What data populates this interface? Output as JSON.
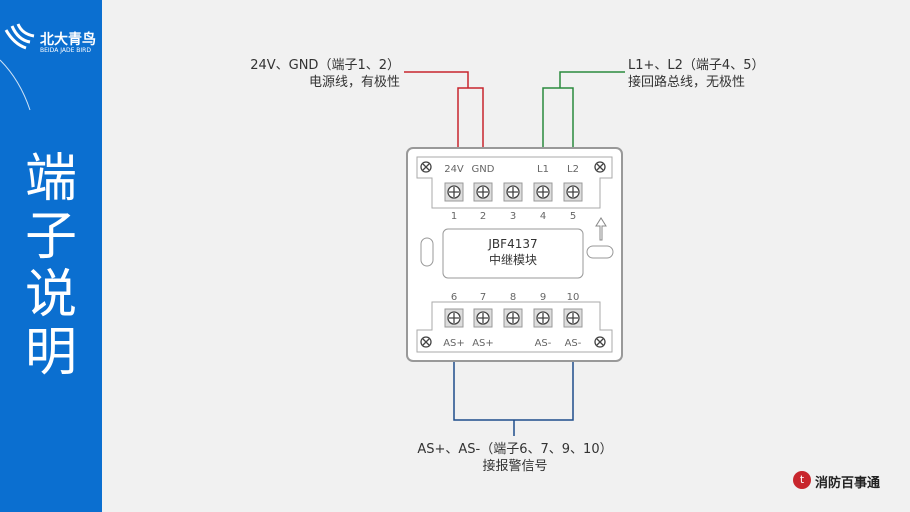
{
  "brand": {
    "name_cn": "北大青鸟",
    "name_en": "BEIDA JADE BIRD",
    "footer": "消防百事通"
  },
  "sidebar": {
    "title": [
      "端",
      "子",
      "说",
      "明"
    ]
  },
  "labels": {
    "power_line1": "24V、GND（端子1、2）",
    "power_line2": "电源线，有极性",
    "loop_line1": "L1+、L2（端子4、5）",
    "loop_line2": "接回路总线，无极性",
    "alarm_line1": "AS+、AS-（端子6、7、9、10）",
    "alarm_line2": "接报警信号"
  },
  "module": {
    "model": "JBF4137",
    "name": "中继模块",
    "top_labels": [
      "24V",
      "GND",
      "",
      "L1",
      "L2"
    ],
    "top_numbers": [
      "1",
      "2",
      "3",
      "4",
      "5"
    ],
    "bottom_numbers": [
      "6",
      "7",
      "8",
      "9",
      "10"
    ],
    "bottom_labels": [
      "AS+",
      "AS+",
      "",
      "AS-",
      "AS-"
    ]
  },
  "colors": {
    "sidebar": "#0b6fd0",
    "power": "#c8262d",
    "loop": "#2a8a3e",
    "alarm": "#1f4e8c"
  }
}
